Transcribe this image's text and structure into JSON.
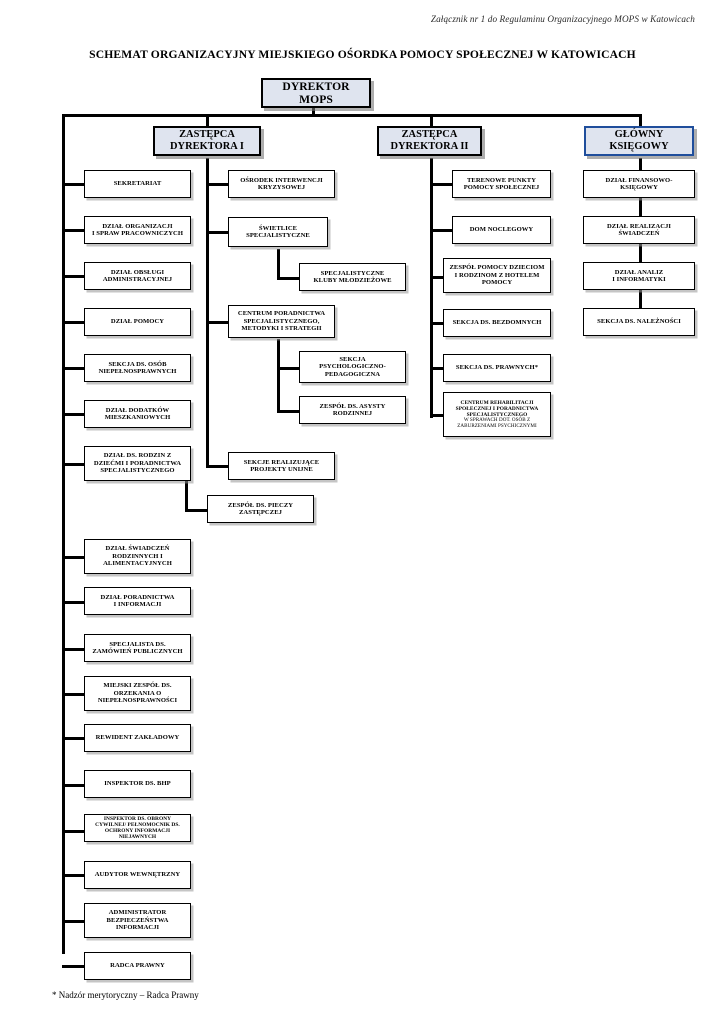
{
  "document": {
    "header_note": "Załącznik nr 1 do Regulaminu Organizacyjnego MOPS w Katowicach",
    "title": "SCHEMAT ORGANIZACYJNY MIEJSKIEGO OŚORDKA POMOCY SPOŁECZNEJ W KATOWICACH",
    "footnote": "* Nadzór merytoryczny – Radca Prawny"
  },
  "colors": {
    "header_box_fill": "#dfe4ef",
    "box_border": "#000000",
    "accent_blue_border": "#1f4e9c",
    "box_fill": "#ffffff",
    "shadow": "#969696"
  },
  "chart_data": {
    "type": "diagram",
    "title": "SCHEMAT ORGANIZACYJNY MIEJSKIEGO OŚORDKA POMOCY SPOŁECZNEJ W KATOWICACH",
    "root": "DYREKTOR MOPS",
    "levels": [
      "Dyrektor",
      "Zastępcy / Główny Księgowy",
      "Działy i sekcje",
      "Zespoły podrzędne"
    ]
  },
  "root": {
    "line1": "DYREKTOR",
    "line2": "MOPS"
  },
  "heads": [
    {
      "line1": "ZASTĘPCA",
      "line2": "DYREKTORA I",
      "accent": "black"
    },
    {
      "line1": "ZASTĘPCA",
      "line2": "DYREKTORA II",
      "accent": "black"
    },
    {
      "line1": "GŁÓWNY",
      "line2": "KSIĘGOWY",
      "accent": "blue"
    }
  ],
  "col1": [
    {
      "text": "SEKRETARIAT"
    },
    {
      "text": "DZIAŁ ORGANIZACJI\nI SPRAW PRACOWNICZYCH"
    },
    {
      "text": "DZIAŁ OBSŁUGI\nADMINISTRACYJNEJ"
    },
    {
      "text": "DZIAŁ POMOCY"
    },
    {
      "text": "SEKCJA DS. OSÓB\nNIEPEŁNOSPRAWNYCH"
    },
    {
      "text": "DZIAŁ DODATKÓW\nMIESZKANIOWYCH"
    },
    {
      "text": "DZIAŁ DS. RODZIN Z\nDZIEĆMI I PORADNICTWA\nSPECJALISTYCZNEGO"
    },
    {
      "text": "DZIAŁ ŚWIADCZEŃ\nRODZINNYCH I\nALIMENTACYJNYCH"
    },
    {
      "text": "DZIAŁ PORADNICTWA\nI INFORMACJI"
    },
    {
      "text": "SPECJALISTA DS.\nZAMÓWIEŃ PUBLICZNYCH"
    },
    {
      "text": "MIEJSKI ZESPÓŁ DS.\nORZEKANIA O\nNIEPEŁNOSPRAWNOŚCI"
    },
    {
      "text": "REWIDENT ZAKŁADOWY"
    },
    {
      "text": "INSPEKTOR DS. BHP"
    },
    {
      "text": "INSPEKTOR DS. OBRONY\nCYWILNEJ/ PEŁNOMOCNIK DS.\nOCHRONY INFORMACJI\nNIEJAWNYCH"
    },
    {
      "text": "AUDYTOR WEWNĘTRZNY"
    },
    {
      "text": "ADMINISTRATOR\nBEZPIECZEŃSTWA\nINFORMACJI"
    },
    {
      "text": "RADCA PRAWNY"
    }
  ],
  "col1_sub": {
    "text": "ZESPÓŁ DS. PIECZY\nZASTĘPCZEJ"
  },
  "col2": [
    {
      "text": "OŚRODEK INTERWENCJI\nKRYZYSOWEJ"
    },
    {
      "text": "ŚWIETLICE\nSPECJALISTYCZNE"
    },
    {
      "text": "CENTRUM PORADNICTWA\nSPECJALISTYCZNEGO,\nMETODYKI I STRATEGII"
    },
    {
      "text": "SEKCJE REALIZUJĄCE\nPROJEKTY UNIJNE"
    }
  ],
  "col2_subs": [
    {
      "text": "SPECJALISTYCZNE\nKLUBY MŁODZIEŻOWE"
    },
    {
      "text": "SEKCJA\nPSYCHOLOGICZNO-\nPEDAGOGICZNA"
    },
    {
      "text": "ZESPÓŁ DS. ASYSTY\nRODZINNEJ"
    }
  ],
  "col3": [
    {
      "text": "TERENOWE PUNKTY\nPOMOCY SPOŁECZNEJ"
    },
    {
      "text": "DOM NOCLEGOWY"
    },
    {
      "text": "ZESPÓŁ POMOCY DZIECIOM\nI RODZINOM Z HOTELEM\nPOMOCY"
    },
    {
      "text": "SEKCJA DS. BEZDOMNYCH"
    },
    {
      "text": "SEKCJA DS. PRAWNYCH*"
    }
  ],
  "col3_special": {
    "main": "CENTRUM REHABILITACJI\nSPOŁECZNEJ I PORADNICTWA\nSPECJALISTYCZNEGO",
    "sub": "W SPRAWACH DOT. OSÓB Z\nZABURZENIAMI PSYCHICZNYMI"
  },
  "col4": [
    {
      "text": "DZIAŁ FINANSOWO-\nKSIĘGOWY"
    },
    {
      "text": "DZIAŁ REALIZACJI\nŚWIADCZEŃ"
    },
    {
      "text": "DZIAŁ ANALIZ\nI INFORMATYKI"
    },
    {
      "text": "SEKCJA DS. NALEŻNOŚCI"
    }
  ]
}
